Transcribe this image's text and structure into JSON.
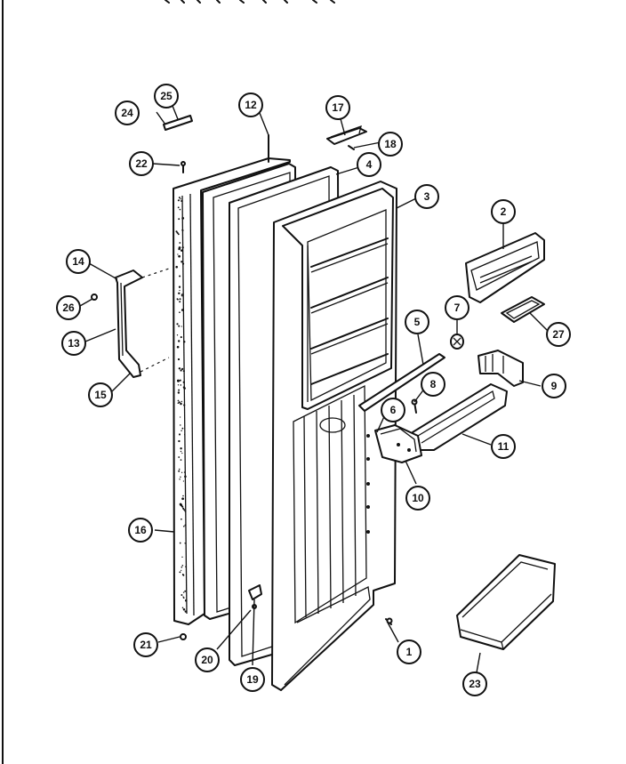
{
  "parts": [
    {
      "id": "p1",
      "label": "1"
    },
    {
      "id": "p2",
      "label": "2"
    },
    {
      "id": "p3",
      "label": "3"
    },
    {
      "id": "p4",
      "label": "4"
    },
    {
      "id": "p5",
      "label": "5"
    },
    {
      "id": "p6",
      "label": "6"
    },
    {
      "id": "p7",
      "label": "7"
    },
    {
      "id": "p8",
      "label": "8"
    },
    {
      "id": "p9",
      "label": "9"
    },
    {
      "id": "p10",
      "label": "10"
    },
    {
      "id": "p11",
      "label": "11"
    },
    {
      "id": "p12",
      "label": "12"
    },
    {
      "id": "p13",
      "label": "13"
    },
    {
      "id": "p14",
      "label": "14"
    },
    {
      "id": "p15",
      "label": "15"
    },
    {
      "id": "p16",
      "label": "16"
    },
    {
      "id": "p17",
      "label": "17"
    },
    {
      "id": "p18",
      "label": "18"
    },
    {
      "id": "p19",
      "label": "19"
    },
    {
      "id": "p20",
      "label": "20"
    },
    {
      "id": "p21",
      "label": "21"
    },
    {
      "id": "p22",
      "label": "22"
    },
    {
      "id": "p23",
      "label": "23"
    },
    {
      "id": "p24",
      "label": "24"
    },
    {
      "id": "p25",
      "label": "25"
    },
    {
      "id": "p26",
      "label": "26"
    },
    {
      "id": "p27",
      "label": "27"
    }
  ]
}
